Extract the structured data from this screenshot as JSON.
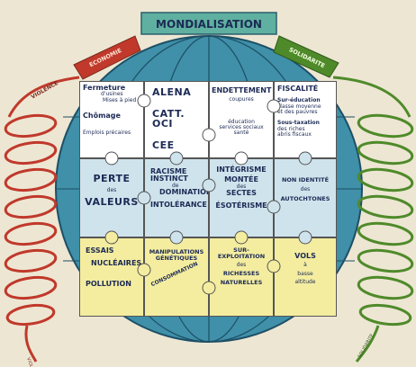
{
  "title": "MONDIALISATION",
  "ribbons": {
    "left": "ECONOMIE",
    "right": "SOLIDARITE"
  },
  "spirals": {
    "left_label": "VIOLENCE",
    "left_bottom": "VIOLENCE",
    "right_bottom": "SOLIDARITE"
  },
  "puzzle": {
    "r1c1": {
      "lines": [
        "Fermeture",
        "d'usines",
        "Mises à pied",
        "Chômage",
        "Emplois précaires"
      ]
    },
    "r1c2": {
      "lines": [
        "ALENA",
        "CATT. OCI",
        "CEE"
      ]
    },
    "r1c3": {
      "lines": [
        "ENDETTEMENT",
        "coupures",
        "éducation",
        "services sociaux",
        "santé"
      ]
    },
    "r1c4": {
      "lines": [
        "FISCALITÉ",
        "Sur-éducation",
        "classe moyenne",
        "et des pauvres",
        "Sous-taxation",
        "des riches",
        "abris fiscaux"
      ]
    },
    "r2c1": {
      "lines": [
        "PERTE",
        "des",
        "VALEURS"
      ]
    },
    "r2c2": {
      "lines": [
        "RACISME",
        "INSTINCT",
        "de",
        "DOMINATION",
        "INTOLÉRANCE"
      ]
    },
    "r2c3": {
      "lines": [
        "INTÉGRISME",
        "MONTÉE",
        "des",
        "SECTES",
        "ÉSOTÉRISME"
      ]
    },
    "r2c4": {
      "lines": [
        "NON IDENTITÉ",
        "des",
        "AUTOCHTONES"
      ]
    },
    "r3c1": {
      "lines": [
        "ESSAIS",
        "NUCLÉAIRES",
        "POLLUTION"
      ]
    },
    "r3c2": {
      "lines": [
        "MANIPULATIONS",
        "GÉNÉTIQUES",
        "CONSOMMATION"
      ]
    },
    "r3c3": {
      "lines": [
        "SUR-EXPLOITATION",
        "des",
        "RICHESSES",
        "NATURELLES"
      ]
    },
    "r3c4": {
      "lines": [
        "VOLS",
        "à",
        "basse",
        "altitude"
      ]
    }
  },
  "colors": {
    "globe": "#3f90a8",
    "globe_line": "#1d4f66",
    "row1": "#ffffff",
    "row2": "#cfe3ec",
    "row3": "#f4eda0",
    "spiral_left": "#c0392b",
    "spiral_right": "#4f8a2a",
    "title_bg": "#5fb0a0"
  }
}
